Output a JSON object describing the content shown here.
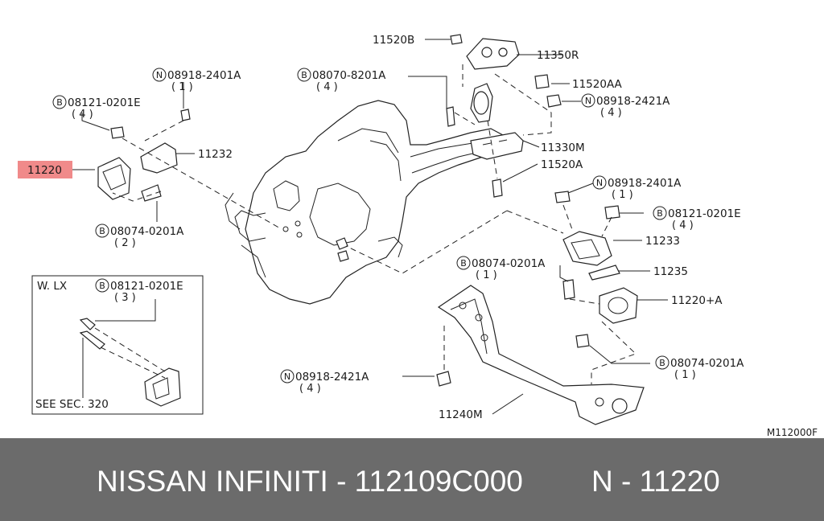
{
  "labels": {
    "p11520B": "11520B",
    "p11350R": "11350R",
    "n0891824401A_top": "08918-2401A",
    "n0891824401A_top_qty": "( 1 )",
    "b0807008201A": "08070-8201A",
    "b0807008201A_qty": "( 4 )",
    "p11520AA": "11520AA",
    "n0891824421A_top": "08918-2421A",
    "n0891824421A_top_qty": "( 4 )",
    "b0812100201E_left": "08121-0201E",
    "b0812100201E_left_qty": "( 4 )",
    "p11232": "11232",
    "p11220": "11220",
    "p11330M": "11330M",
    "p11520A": "11520A",
    "n0891824401A_right": "08918-2401A",
    "n0891824401A_right_qty": "( 1 )",
    "b0812100201E_right": "08121-0201E",
    "b0812100201E_right_qty": "( 4 )",
    "b0807400201A_left": "08074-0201A",
    "b0807400201A_left_qty": "( 2 )",
    "p11233": "11233",
    "b0807400201A_mid": "08074-0201A",
    "b0807400201A_mid_qty": "( 1 )",
    "p11235": "11235",
    "p11220A": "11220+A",
    "b0807400201A_lowright": "08074-0201A",
    "b0807400201A_lowright_qty": "( 1 )",
    "n0891824421A_bottom": "08918-2421A",
    "n0891824421A_bottom_qty": "( 4 )",
    "p11240M": "11240M",
    "ref_code": "M112000F"
  },
  "prefix_marks": {
    "n": "N",
    "b": "B"
  },
  "inset": {
    "title": "W. LX",
    "bolt": "08121-0201E",
    "bolt_qty": "( 3 )",
    "see_section": "SEE SEC. 320"
  },
  "highlight": {
    "part": "11220",
    "color": "#f08a8a"
  },
  "footer": {
    "title": "NISSAN  INFINITI - 112109C000",
    "part_ref": "N - 11220",
    "background": "#6b6b6b"
  }
}
